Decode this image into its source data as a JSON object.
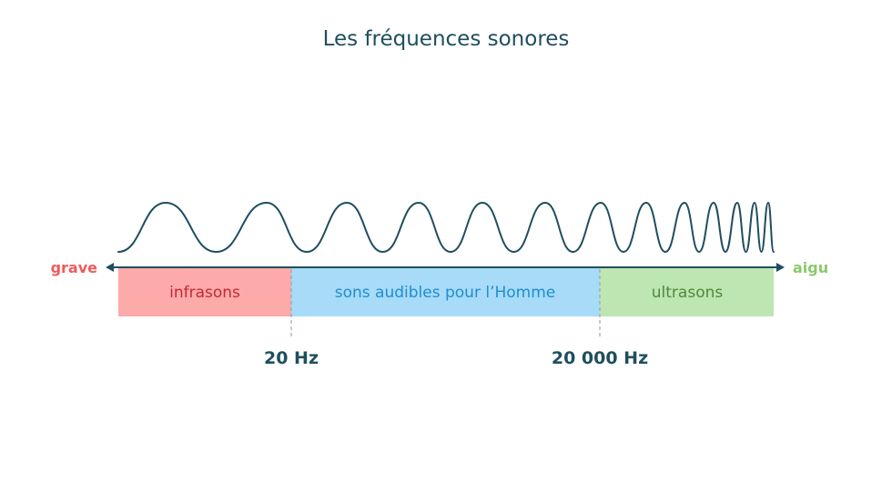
{
  "title": "Les fréquences sonores",
  "axis": {
    "left_label": "grave",
    "right_label": "aigu",
    "left_color": "#ef5b5b",
    "right_color": "#8cc96b",
    "line_color": "#1f4e5f"
  },
  "bands": [
    {
      "label": "infrasons",
      "fill": "#fcaaaa",
      "text_color": "#c4283a"
    },
    {
      "label": "sons audibles pour l’Homme",
      "fill": "#a7dbf8",
      "text_color": "#1f8ecf"
    },
    {
      "label": "ultrasons",
      "fill": "#bde6b2",
      "text_color": "#4d8a3c"
    }
  ],
  "thresholds": [
    {
      "label": "20 Hz"
    },
    {
      "label": "20 000 Hz"
    }
  ],
  "wave_color": "#1f4e5f"
}
